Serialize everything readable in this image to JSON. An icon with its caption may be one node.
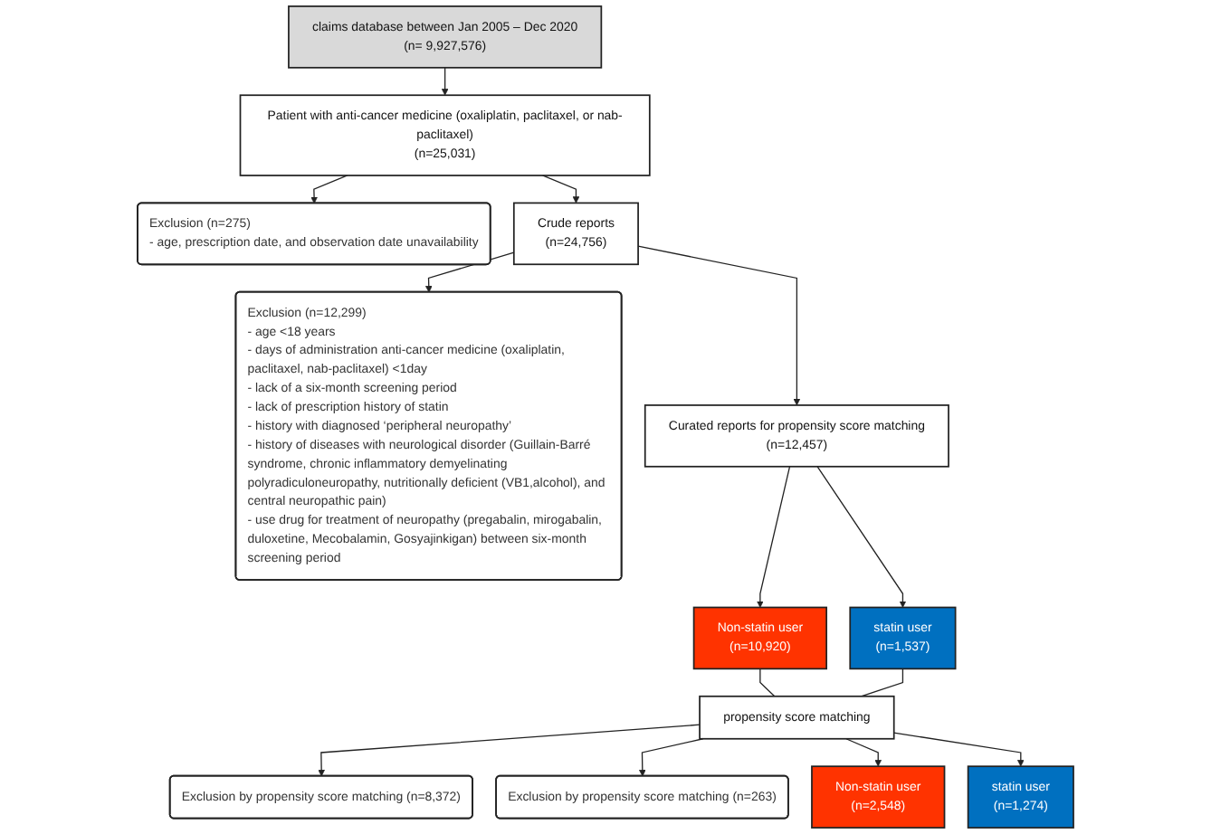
{
  "diagram": {
    "nodes": [
      {
        "text": [
          "claims database between Jan 2005 – Dec 2020",
          "(n= 9,927,576)"
        ]
      },
      {
        "text": [
          "Patient with anti-cancer medicine (oxaliplatin, paclitaxel, or nab-paclitaxel)",
          "(n=25,031)"
        ]
      },
      {
        "text": [
          "Exclusion (n=275)",
          "- age, prescription date, and observation date unavailability"
        ]
      },
      {
        "text": [
          "Crude reports",
          "(n=24,756)"
        ]
      },
      {
        "text": [
          "Exclusion (n=12,299)",
          "- age <18 years",
          "- days of administration anti-cancer medicine (oxaliplatin, paclitaxel, nab-paclitaxel) <1day",
          "- lack of a six-month screening period",
          "- lack of prescription history of statin",
          "- history with diagnosed ‘peripheral neuropathy’",
          "- history of diseases with neurological disorder (Guillain-Barré syndrome, chronic inflammatory demyelinating polyradiculoneuropathy, nutritionally deficient (VB1,alcohol), and central neuropathic pain)",
          "- use drug for treatment of neuropathy (pregabalin, mirogabalin, duloxetine, Mecobalamin, Gosyajinkigan) between six-month screening period"
        ]
      },
      {
        "text": [
          "Curated reports for propensity score matching",
          "(n=12,457)"
        ]
      },
      {
        "text": [
          "Non-statin user",
          "(n=10,920)"
        ]
      },
      {
        "text": [
          "statin user",
          "(n=1,537)"
        ]
      },
      {
        "text": [
          "propensity score matching"
        ]
      },
      {
        "text": [
          "Exclusion by propensity score matching (n=8,372)"
        ]
      },
      {
        "text": [
          "Exclusion by propensity score matching (n=263)"
        ]
      },
      {
        "text": [
          "Non-statin user",
          "(n=2,548)"
        ]
      },
      {
        "text": [
          "statin user",
          "(n=1,274)"
        ]
      }
    ],
    "edges": [
      {
        "from": 0,
        "to": 1,
        "arrow": "to"
      },
      {
        "from": 1,
        "to": 3,
        "arrow": "to"
      },
      {
        "from": 1,
        "to": 2,
        "arrow": "to"
      },
      {
        "from": 3,
        "to": 5,
        "arrow": "to"
      },
      {
        "from": 3,
        "to": 4,
        "arrow": "to"
      },
      {
        "from": 5,
        "to": 6,
        "arrow": "to"
      },
      {
        "from": 5,
        "to": 7,
        "arrow": "to"
      },
      {
        "from": 6,
        "to": 8,
        "arrow": "none"
      },
      {
        "from": 7,
        "to": 8,
        "arrow": "none"
      },
      {
        "from": 8,
        "to": 9,
        "arrow": "to"
      },
      {
        "from": 8,
        "to": 10,
        "arrow": "to"
      },
      {
        "from": 8,
        "to": 11,
        "arrow": "to"
      },
      {
        "from": 8,
        "to": 12,
        "arrow": "to"
      }
    ]
  }
}
